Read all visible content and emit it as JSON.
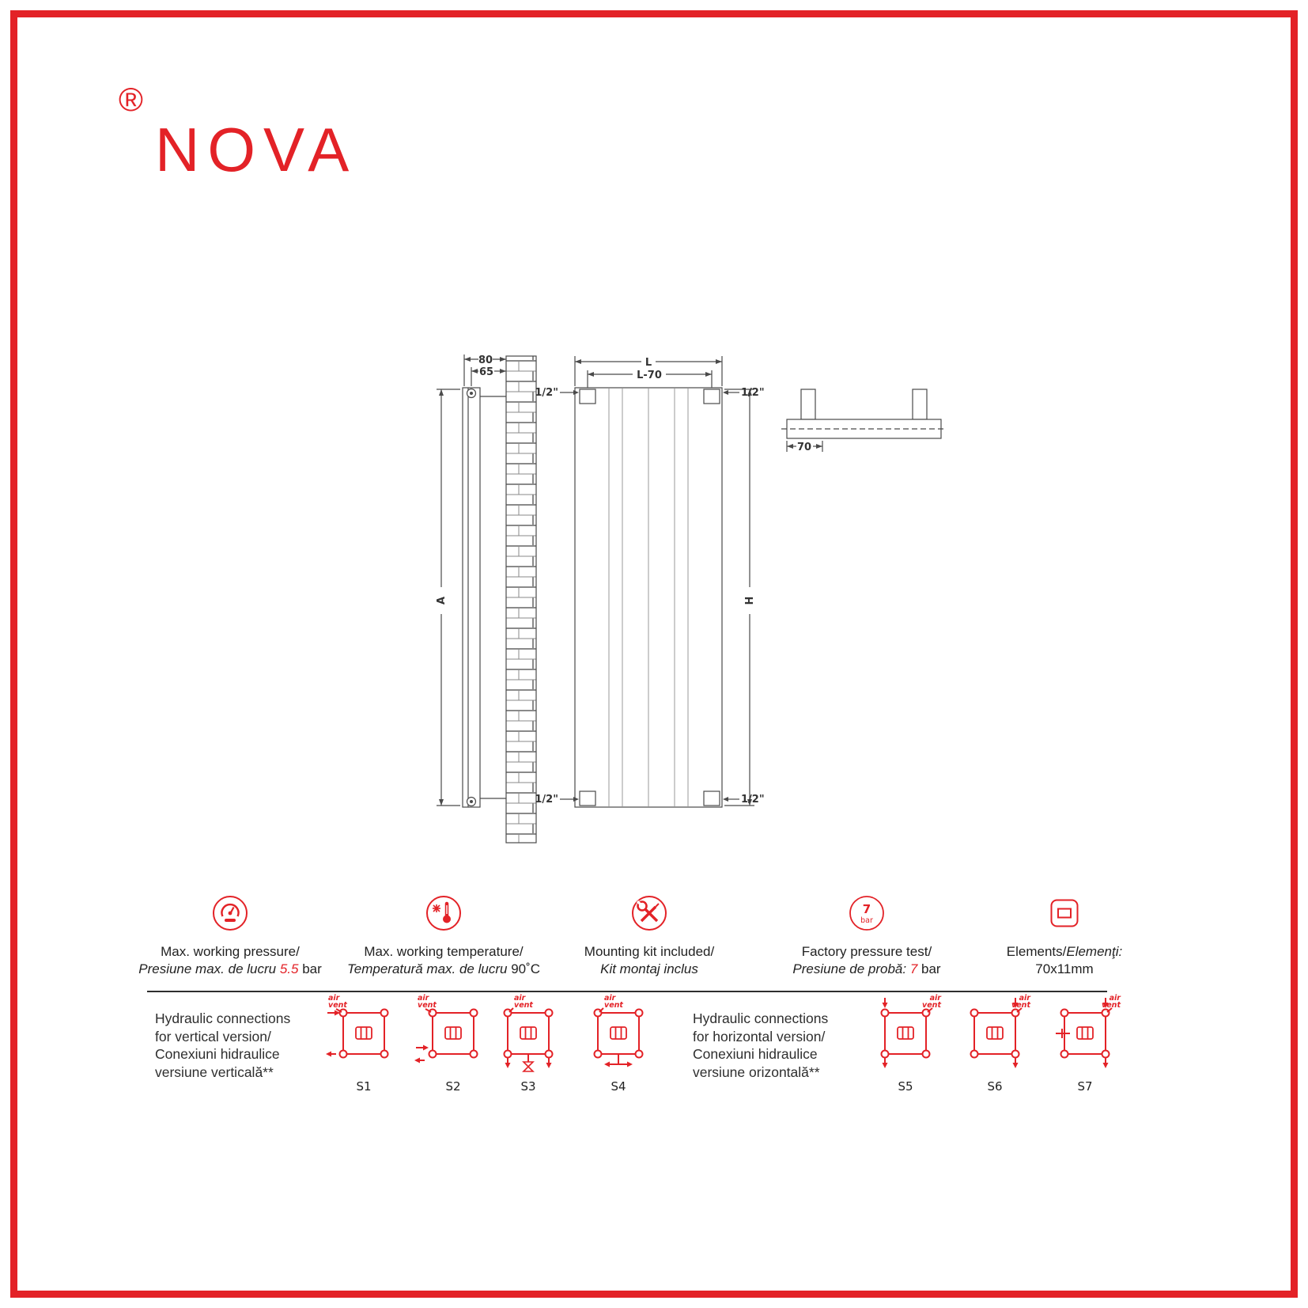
{
  "colors": {
    "accent": "#e32227",
    "line": "#4a4a4a"
  },
  "brand": {
    "mark": "®",
    "name": "NOVA"
  },
  "drawing": {
    "dim_80": "80",
    "dim_65": "65",
    "dim_a": "A",
    "dim_l": "L",
    "dim_l70": "L-70",
    "dim_h": "H",
    "dim_70": "70",
    "conn_size": "1/2\""
  },
  "icons": {
    "pressure_test": {
      "value": "7",
      "unit": "bar"
    }
  },
  "specs": [
    {
      "l1a": "Max. working pressure/",
      "l1b": "",
      "l2a": "Presiune max. de lucru ",
      "l2b": "5.5",
      "l2c": " bar"
    },
    {
      "l1a": "Max. working temperature/",
      "l1b": "",
      "l2a": "Temperatură max. de lucru ",
      "l2b": "",
      "l2c": "90˚C"
    },
    {
      "l1a": "Mounting kit included/",
      "l1b": "",
      "l2a": "Kit montaj inclus",
      "l2b": "",
      "l2c": ""
    },
    {
      "l1a": "Factory pressure test/",
      "l1b": "",
      "l2a": "Presiune de probă: ",
      "l2b": "7",
      "l2c": " bar"
    },
    {
      "l1a": "Elements/",
      "l1b": "Elemenţi:",
      "l2a": "",
      "l2b": "",
      "l2c": "70x11mm"
    }
  ],
  "hydraulic": {
    "air_vent_line1": "air",
    "air_vent_line2": "vent",
    "vertical": {
      "title1": "Hydraulic connections",
      "title2": "for vertical version/",
      "title3": "Conexiuni hidraulice",
      "title4": "versiune verticală**",
      "labels": [
        "S1",
        "S2",
        "S3",
        "S4"
      ]
    },
    "horizontal": {
      "title1": "Hydraulic connections",
      "title2": "for horizontal version/",
      "title3": "Conexiuni hidraulice",
      "title4": "versiune orizontală**",
      "labels": [
        "S5",
        "S6",
        "S7"
      ]
    }
  }
}
